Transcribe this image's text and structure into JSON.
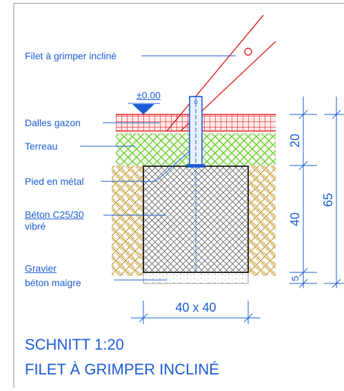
{
  "labels": {
    "filet": "Filet à grimper incliné",
    "level": "±0.00",
    "dalles": "Dalles gazon",
    "terreau": "Terreau",
    "pied": "Pied en métal",
    "beton_line1": "Béton C25/30",
    "beton_line2": "vibré",
    "gravier_line1": "Gravier",
    "gravier_line2": "béton maigre"
  },
  "dimensions": {
    "d20": "20",
    "d40": "40",
    "d5": "5",
    "d65": "65",
    "footprint": "40 x 40"
  },
  "title": {
    "line1": "SCHNITT   1:20",
    "line2": "FILET À GRIMPER INCLINÉ"
  },
  "colors": {
    "annotation": "#1a5bd6",
    "net": "#e02020",
    "turf": "#66cc33",
    "soil_hatch": "#b8860b",
    "concrete_hatch": "#555555",
    "frame": "#888888"
  }
}
